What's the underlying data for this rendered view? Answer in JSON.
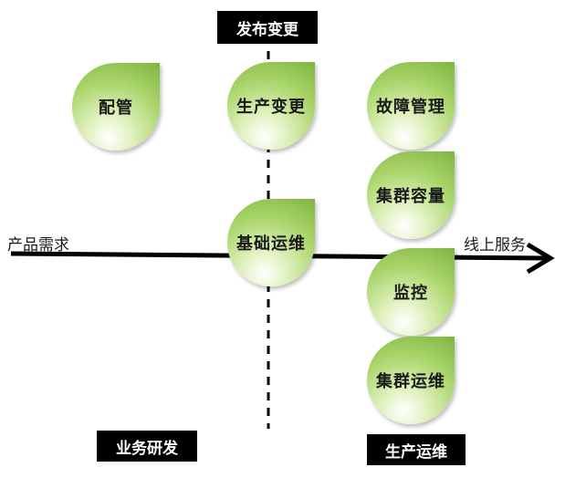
{
  "diagram": {
    "top_label": "发布变更",
    "left_axis_label": "产品需求",
    "right_axis_label": "线上服务",
    "bottom_left_label": "业务研发",
    "bottom_right_label": "生产运维",
    "nodes": {
      "peiguan": "配管",
      "change": "生产变更",
      "fault": "故障管理",
      "capacity": "集群容量",
      "base_ops": "基础运维",
      "monitor": "监控",
      "cluster_ops": "集群运维"
    },
    "colors": {
      "petal_light": "#e2f2c2",
      "petal_mid": "#a9d56a",
      "petal_dark": "#7fb43f",
      "arrow": "#000000",
      "tag_background": "#000000"
    }
  }
}
